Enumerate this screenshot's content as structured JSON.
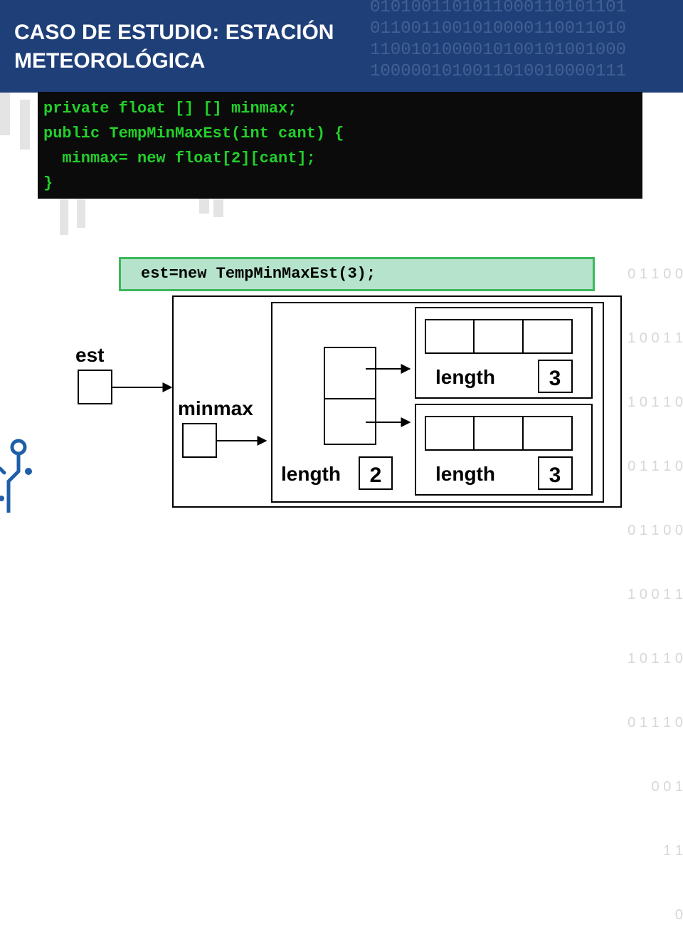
{
  "slide": {
    "title_line1": "CASO DE ESTUDIO: ESTACIÓN",
    "title_line2": "METEOROLÓGICA"
  },
  "code": {
    "lines": [
      "private float [] [] minmax;",
      "public TempMinMaxEst(int cant) {",
      "  minmax= new float[2][cant];",
      "}"
    ]
  },
  "callout": {
    "text": "est=new TempMinMaxEst(3);"
  },
  "diagram": {
    "est_label": "est",
    "minmax_label": "minmax",
    "outer_length_label": "length",
    "outer_length_value": "2",
    "row1_length_label": "length",
    "row1_length_value": "3",
    "row2_length_label": "length",
    "row2_length_value": "3"
  },
  "decor": {
    "header_binary": [
      "0101001101011000110101101",
      "0110011001010000110011010",
      "1100101000010100101001000",
      "1000001010011010010000111"
    ],
    "side_binary": [
      "0 1 1 0 0",
      "1 0 0 1 1",
      "1 0 1 1 0",
      "0 1 1 1 0",
      "0 1 1 0 0",
      "1 0 0 1 1",
      "1 0 1 1 0",
      "0 1 1 1 0",
      "0 0 1",
      "1 1",
      "0"
    ],
    "colors": {
      "header": "#1f3f79",
      "code_bg": "#0b0b0b",
      "code_text": "#22d02a",
      "callout_bg": "#b5e3cb",
      "callout_border": "#3cb85c"
    }
  }
}
